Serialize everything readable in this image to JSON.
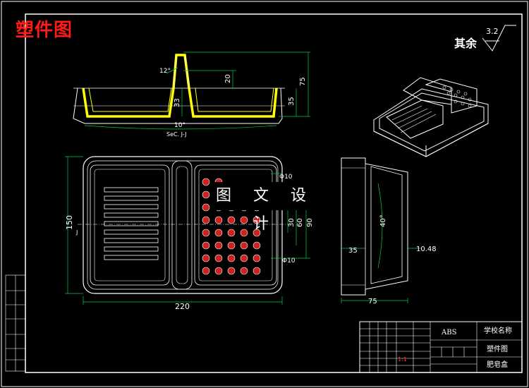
{
  "drawing": {
    "title": "塑件图",
    "watermark": "图 文 设 计",
    "roughness": {
      "label": "其余",
      "value": "3.2"
    }
  },
  "colors": {
    "background": "#000000",
    "line": "#ffffff",
    "dim": "#00cc44",
    "part": "#ffff00",
    "title": "#ff1a1a",
    "holes": "#cc2222"
  },
  "section_view": {
    "label": "SeC. J-J",
    "dims": {
      "angle_top": "12°",
      "angle_bottom": "10°",
      "height_inner": "20",
      "height_total": "75",
      "depth_left": "33",
      "depth_right": "35"
    }
  },
  "plan_view": {
    "dims": {
      "width": "220",
      "height": "150",
      "hole_dia": "Φ10",
      "hole_dia_top": "Φ10",
      "d30": "30",
      "d60": "60",
      "d90": "90"
    },
    "section_mark": "J"
  },
  "side_view": {
    "dims": {
      "angle": "40°",
      "width": "35",
      "offset": "10.48",
      "depth": "75"
    }
  },
  "title_block": {
    "material": "ABS",
    "school": "学校名称",
    "drawing_name": "塑件图",
    "part_name": "肥皂盒",
    "scale": "1:1"
  }
}
